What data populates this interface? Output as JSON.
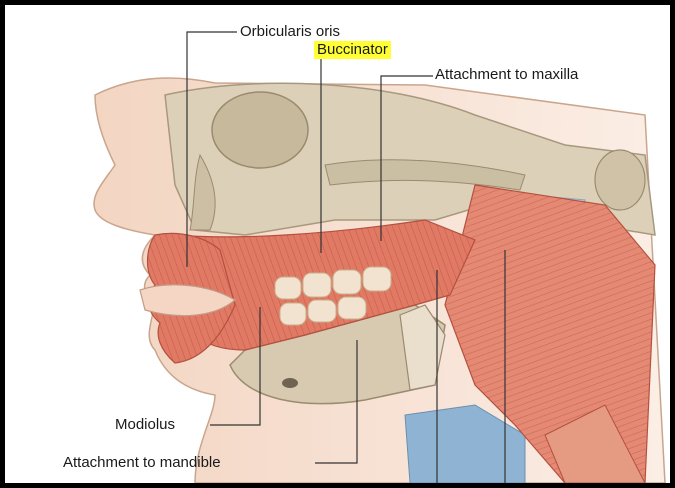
{
  "labels": {
    "orbicularis_oris": "Orbicularis oris",
    "buccinator": "Buccinator",
    "attachment_maxilla": "Attachment to maxilla",
    "modiolus": "Modiolus",
    "attachment_mandible": "Attachment to mandible"
  },
  "colors": {
    "background": "#ffffff",
    "frame": "#000000",
    "highlight": "#ffff33",
    "muscle": "#e27a66",
    "bone": "#d9cdb4",
    "skin": "#f6dccb",
    "leader": "#333333"
  }
}
